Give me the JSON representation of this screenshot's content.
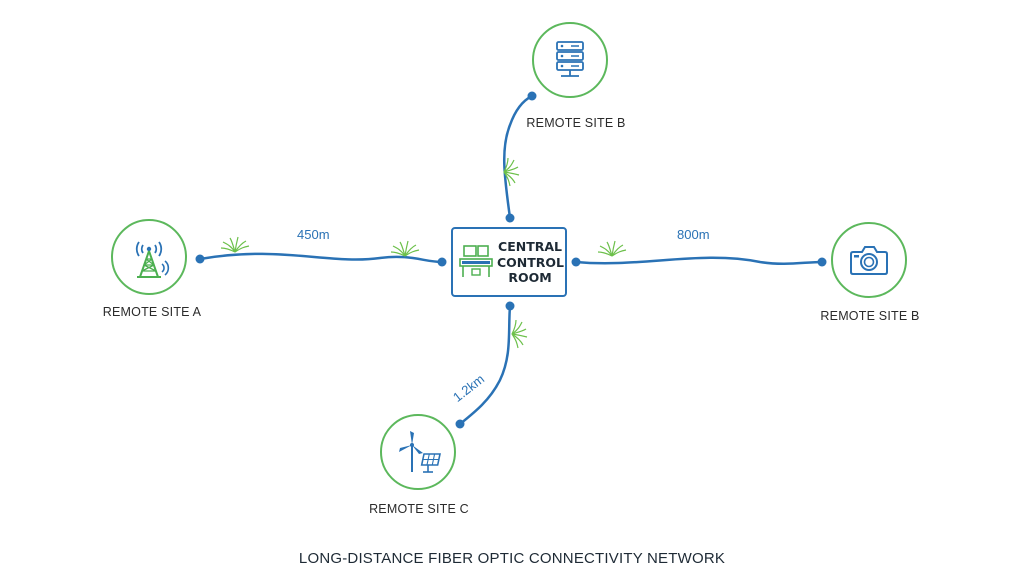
{
  "central": {
    "line1": "CENTRAL",
    "line2": "CONTROL",
    "line3": "ROOM",
    "icon": "control-desk-icon"
  },
  "sites": {
    "top": {
      "label": "REMOTE SITE B",
      "icon": "server-rack-icon"
    },
    "left": {
      "label": "REMOTE SITE A",
      "icon": "cell-tower-icon"
    },
    "right": {
      "label": "REMOTE SITE B",
      "icon": "camera-icon"
    },
    "bottom": {
      "label": "REMOTE SITE C",
      "icon": "wind-solar-icon"
    }
  },
  "links": {
    "left": {
      "distance": "450m"
    },
    "right": {
      "distance": "800m"
    },
    "bottom": {
      "distance": "1.2km"
    }
  },
  "footer": {
    "title": "LONG-DISTANCE FIBER OPTIC CONNECTIVITY NETWORK"
  },
  "colors": {
    "fiber": "#2a72b5",
    "site_ring": "#5cb85c",
    "accent_green": "#6cc04a"
  }
}
